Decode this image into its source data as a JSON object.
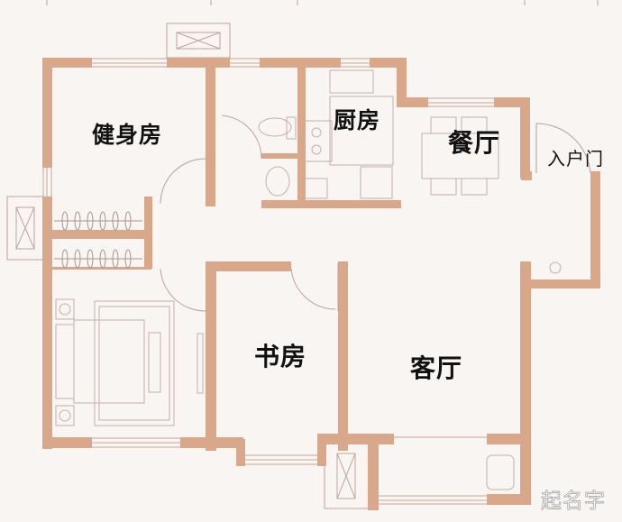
{
  "plan": {
    "wall_color": "#d9a88a",
    "line_color": "#c9a898",
    "background": "#f8f5f3",
    "rooms": [
      {
        "id": "gym",
        "label": "健身房"
      },
      {
        "id": "kitchen",
        "label": "厨房"
      },
      {
        "id": "dining",
        "label": "餐厅"
      },
      {
        "id": "entrance",
        "label": "入户门"
      },
      {
        "id": "study",
        "label": "书房"
      },
      {
        "id": "living",
        "label": "客厅"
      }
    ]
  },
  "watermark": "起名字"
}
